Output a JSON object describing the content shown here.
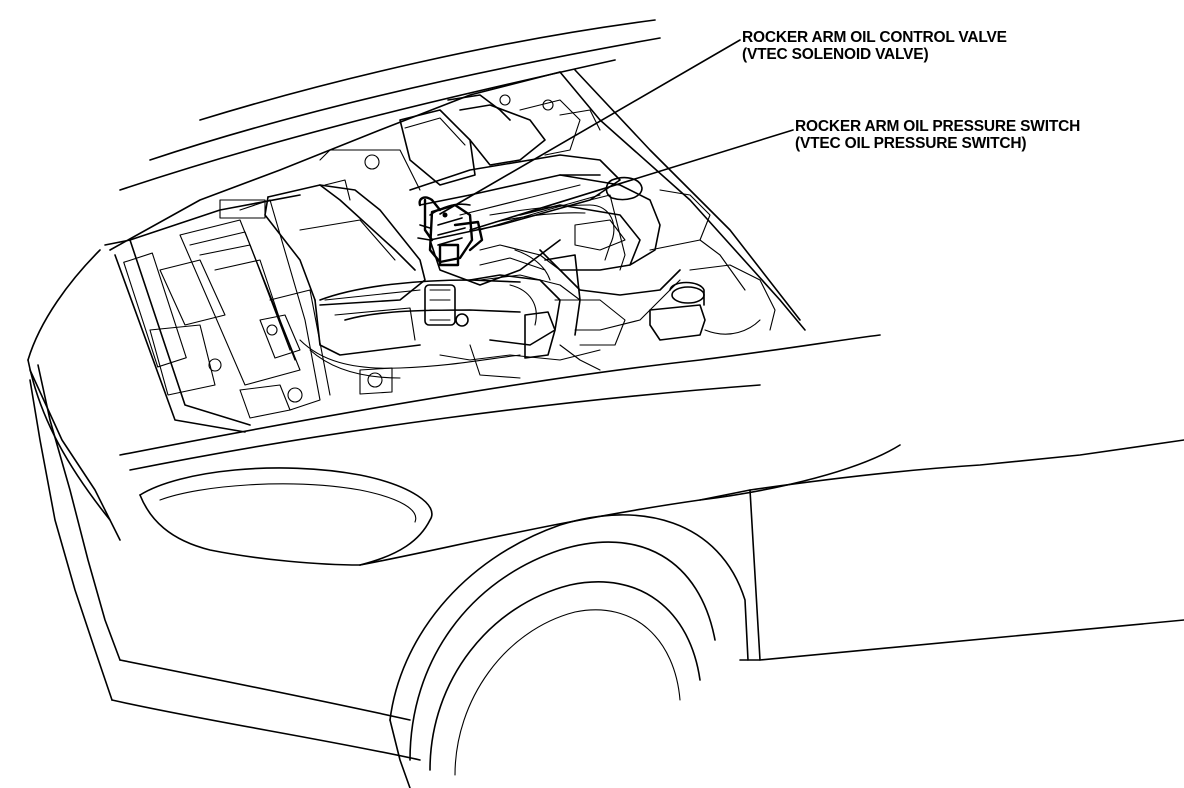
{
  "callouts": [
    {
      "id": "rocker-arm-oil-control-valve",
      "line1": "ROCKER ARM OIL CONTROL VALVE",
      "line2": "(VTEC SOLENOID VALVE)"
    },
    {
      "id": "rocker-arm-oil-pressure-switch",
      "line1": "ROCKER ARM OIL PRESSURE SWITCH",
      "line2": "(VTEC OIL PRESSURE SWITCH)"
    }
  ]
}
